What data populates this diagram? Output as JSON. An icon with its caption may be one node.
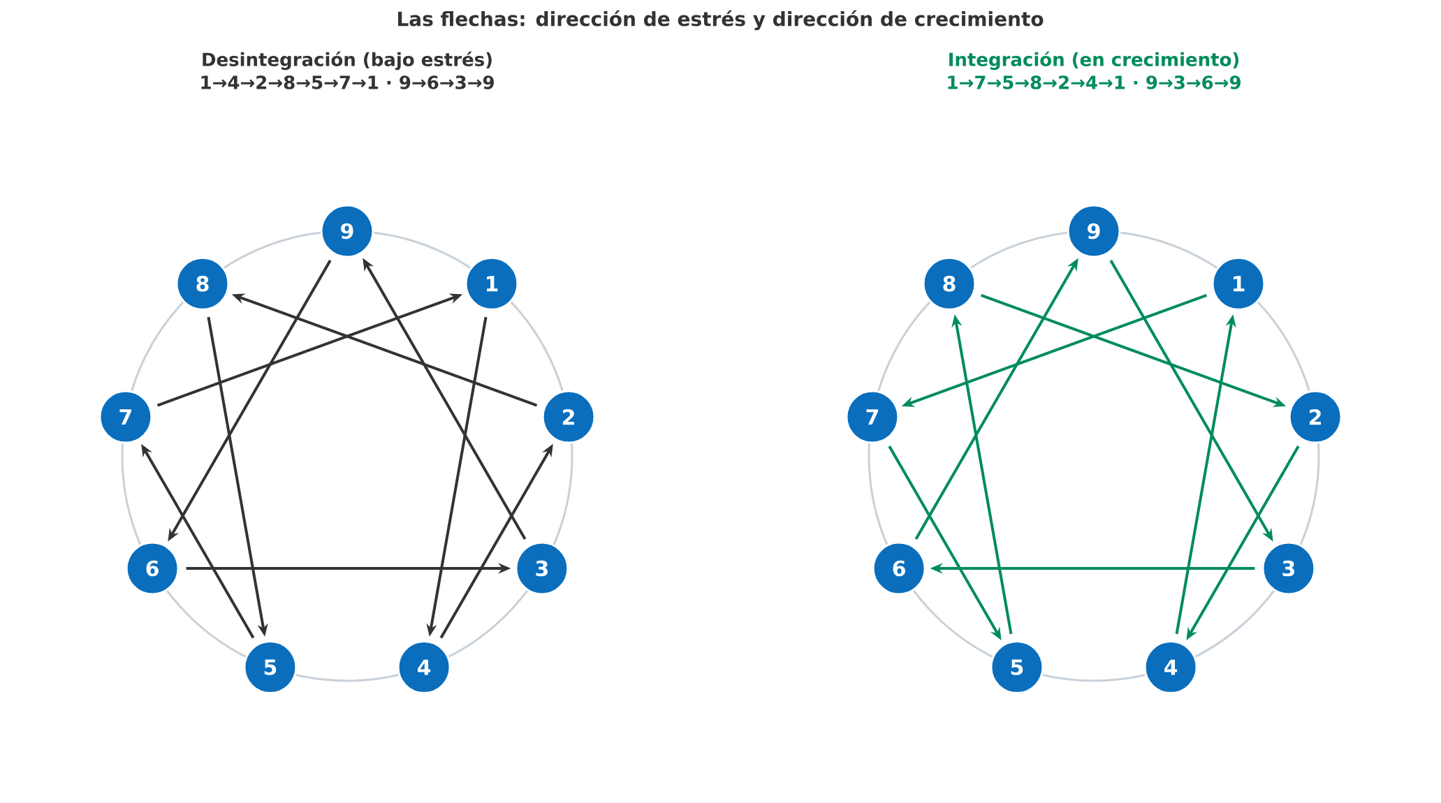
{
  "diagram": {
    "title": "Las flechas: dirección de estrés y dirección de crecimiento",
    "nodes": [
      {
        "text": [
          "1"
        ]
      },
      {
        "text": [
          "2"
        ]
      },
      {
        "text": [
          "3"
        ]
      },
      {
        "text": [
          "4"
        ]
      },
      {
        "text": [
          "5"
        ]
      },
      {
        "text": [
          "6"
        ]
      },
      {
        "text": [
          "7"
        ]
      },
      {
        "text": [
          "8"
        ]
      },
      {
        "text": [
          "9"
        ]
      },
      {
        "text": [
          "1"
        ]
      },
      {
        "text": [
          "2"
        ]
      },
      {
        "text": [
          "3"
        ]
      },
      {
        "text": [
          "4"
        ]
      },
      {
        "text": [
          "5"
        ]
      },
      {
        "text": [
          "6"
        ]
      },
      {
        "text": [
          "7"
        ]
      },
      {
        "text": [
          "8"
        ]
      },
      {
        "text": [
          "9"
        ]
      }
    ],
    "edges": [
      {
        "from": 0,
        "to": 3,
        "arrow": "to",
        "color": "#333333"
      },
      {
        "from": 3,
        "to": 1,
        "arrow": "to",
        "color": "#333333"
      },
      {
        "from": 1,
        "to": 7,
        "arrow": "to",
        "color": "#333333"
      },
      {
        "from": 7,
        "to": 4,
        "arrow": "to",
        "color": "#333333"
      },
      {
        "from": 4,
        "to": 6,
        "arrow": "to",
        "color": "#333333"
      },
      {
        "from": 6,
        "to": 0,
        "arrow": "to",
        "color": "#333333"
      },
      {
        "from": 8,
        "to": 5,
        "arrow": "to",
        "color": "#333333"
      },
      {
        "from": 5,
        "to": 2,
        "arrow": "to",
        "color": "#333333"
      },
      {
        "from": 2,
        "to": 8,
        "arrow": "to",
        "color": "#333333"
      },
      {
        "from": 9,
        "to": 15,
        "arrow": "to",
        "color": "#008c5a"
      },
      {
        "from": 15,
        "to": 13,
        "arrow": "to",
        "color": "#008c5a"
      },
      {
        "from": 13,
        "to": 16,
        "arrow": "to",
        "color": "#008c5a"
      },
      {
        "from": 16,
        "to": 10,
        "arrow": "to",
        "color": "#008c5a"
      },
      {
        "from": 10,
        "to": 12,
        "arrow": "to",
        "color": "#008c5a"
      },
      {
        "from": 12,
        "to": 9,
        "arrow": "to",
        "color": "#008c5a"
      },
      {
        "from": 17,
        "to": 11,
        "arrow": "to",
        "color": "#008c5a"
      },
      {
        "from": 11,
        "to": 14,
        "arrow": "to",
        "color": "#008c5a"
      },
      {
        "from": 14,
        "to": 17,
        "arrow": "to",
        "color": "#008c5a"
      }
    ],
    "labels": [
      "Desintegración (bajo estrés)",
      "1→4→2→8→5→7→1 · 9→6→3→9",
      "Integración (en crecimiento)",
      "1→7→5→8→2→4→1 · 9→3→6→9"
    ]
  }
}
